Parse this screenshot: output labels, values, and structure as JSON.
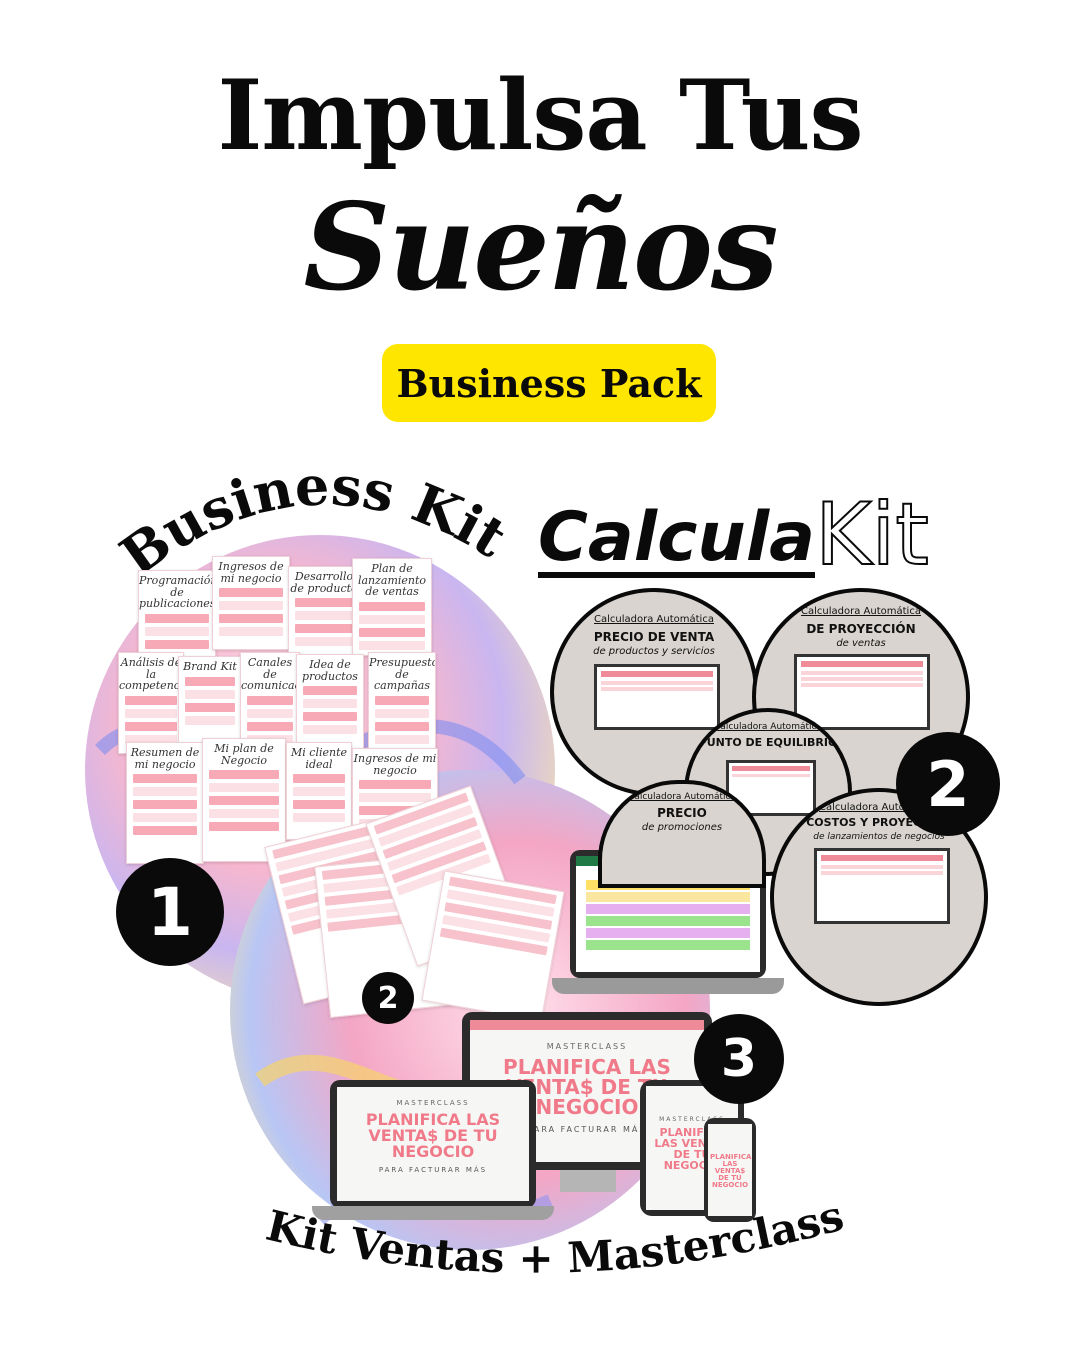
{
  "header": {
    "title_line1": "Impulsa Tus",
    "title_line2": "Sueños",
    "badge_label": "Business Pack",
    "badge_color": "#ffe600"
  },
  "business_kit": {
    "label": "Business Kit",
    "number": "1",
    "inner_number": "2",
    "pages": [
      {
        "title": "Programación de publicaciones"
      },
      {
        "title": "Ingresos de mi negocio"
      },
      {
        "title": "Desarrollo de producto"
      },
      {
        "title": "Plan de lanzamiento de ventas"
      },
      {
        "title": "Análisis de la competencia"
      },
      {
        "title": "Brand Kit"
      },
      {
        "title": "Canales de comunicación"
      },
      {
        "title": "Idea de productos"
      },
      {
        "title": "Presupuesto de campañas"
      },
      {
        "title": "Resumen de mi negocio"
      },
      {
        "title": "Mi plan de Negocio"
      },
      {
        "title": "Mi cliente ideal"
      },
      {
        "title": "Ingresos de mi negocio"
      }
    ],
    "pink_color": "#f7a9b6"
  },
  "calcula_kit": {
    "label_bold": "Calcula",
    "label_outline": "Kit",
    "number": "2",
    "circles": [
      {
        "kicker": "Calculadora Automática",
        "title": "PRECIO DE VENTA",
        "subtitle": "de productos y servicios"
      },
      {
        "kicker": "Calculadora Automática",
        "title": "DE PROYECCIÓN",
        "subtitle": "de ventas"
      },
      {
        "kicker": "Calculadora Automática",
        "title": "PUNTO DE EQUILIBRIO",
        "subtitle": ""
      },
      {
        "kicker": "Calculadora Automática",
        "title": "PRECIO",
        "subtitle": "de promociones"
      },
      {
        "kicker": "Calculadora Automática",
        "title": "COSTOS Y PROYECCIÓN",
        "subtitle": "de lanzamientos de negocios"
      }
    ]
  },
  "masterclass": {
    "number": "3",
    "label": "Kit Ventas + Masterclass",
    "screen_kicker": "MASTERCLASS",
    "screen_title": "PLANIFICA LAS VENTA$ DE TU NEGOCIO",
    "screen_subtitle": "PARA FACTURAR MÁS"
  }
}
